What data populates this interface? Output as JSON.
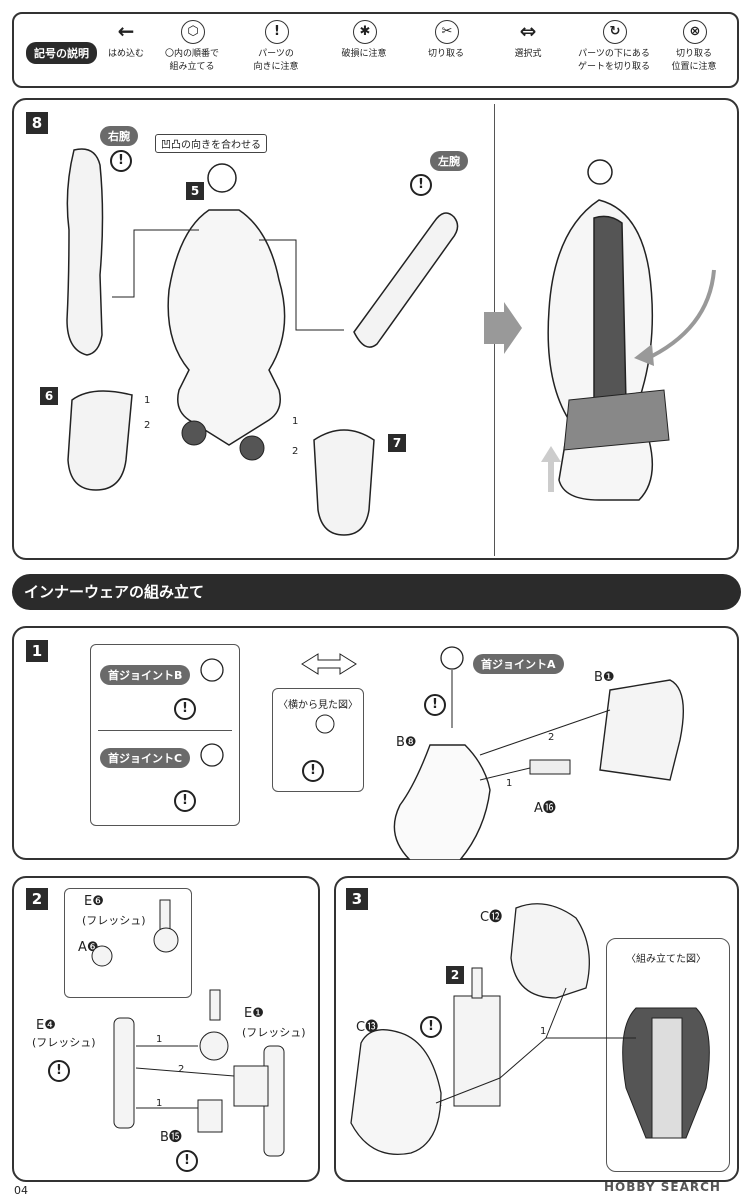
{
  "legend": {
    "title": "記号の説明",
    "items": [
      {
        "icon": "arrow-left-icon",
        "lines": [
          "はめ込む"
        ]
      },
      {
        "icon": "hexagon-number-icon",
        "lines": [
          "〇内の順番で",
          "組み立てる"
        ]
      },
      {
        "icon": "warning-icon",
        "lines": [
          "パーツの",
          "向きに注意"
        ]
      },
      {
        "icon": "broken-icon",
        "lines": [
          "破損に注意"
        ]
      },
      {
        "icon": "cut-icon",
        "lines": [
          "切り取る"
        ]
      },
      {
        "icon": "double-arrow-icon",
        "lines": [
          "選択式"
        ]
      },
      {
        "icon": "gate-cut-icon",
        "lines": [
          "パーツの下にある",
          "ゲートを切り取る"
        ]
      },
      {
        "icon": "cut-position-icon",
        "lines": [
          "切り取る",
          "位置に注意"
        ]
      }
    ]
  },
  "step8": {
    "num": "8",
    "right_arm": "右腕",
    "left_arm": "左腕",
    "align_note": "凹凸の向きを合わせる",
    "part5": "5",
    "part6": "6",
    "part7": "7",
    "o1": "1",
    "o2": "2"
  },
  "section_title": "インナーウェアの組み立て",
  "step1": {
    "num": "1",
    "jointA": "首ジョイントA",
    "jointB": "首ジョイントB",
    "jointC": "首ジョイントC",
    "side_view": "〈横から見た図〉",
    "b1": "B❶",
    "b8": "B❽",
    "a16": "A⓰",
    "o1": "1",
    "o2": "2"
  },
  "step2": {
    "num": "2",
    "e6": "E❻",
    "flesh1": "(フレッシュ)",
    "a6": "A❻",
    "e1": "E❶",
    "flesh2": "(フレッシュ)",
    "e4": "E❹",
    "flesh3": "(フレッシュ)",
    "b15": "B⓯",
    "o1": "1",
    "o2": "2"
  },
  "step3": {
    "num": "3",
    "c12": "C⓬",
    "c13": "C⓭",
    "ref2": "2",
    "assembled": "〈組み立てた図〉",
    "o1": "1",
    "o2": "2"
  },
  "footer": {
    "page": "04",
    "brand": "HOBBY SEARCH"
  }
}
